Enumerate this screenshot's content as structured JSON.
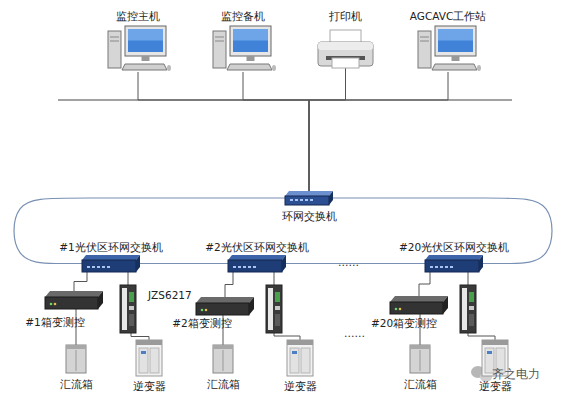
{
  "diagram": {
    "nodes": [
      {
        "text": [
          "监控主机"
        ]
      },
      {
        "text": [
          "监控备机"
        ]
      },
      {
        "text": [
          "打印机"
        ]
      },
      {
        "text": [
          "AGCAVC工作站"
        ]
      },
      {
        "text": [
          "环网交换机"
        ]
      },
      {
        "text": [
          "#1光伏区环网交换机"
        ]
      },
      {
        "text": [
          "#2光伏区环网交换机"
        ]
      },
      {
        "text": [
          "#20光伏区环网交换机"
        ]
      },
      {
        "text": [
          "#1箱变测控"
        ]
      },
      {
        "text": [
          "JZS6217"
        ]
      },
      {
        "text": [
          "汇流箱"
        ]
      },
      {
        "text": [
          "逆变器"
        ]
      },
      {
        "text": [
          "#2箱变测控"
        ]
      },
      {
        "text": [
          "汇流箱"
        ]
      },
      {
        "text": [
          "逆变器"
        ]
      },
      {
        "text": [
          "#20箱变测控"
        ]
      },
      {
        "text": [
          "汇流箱"
        ]
      },
      {
        "text": [
          "逆变器"
        ]
      }
    ],
    "edges": [
      {
        "from": 0,
        "to": 4,
        "arrow": "none"
      },
      {
        "from": 1,
        "to": 4,
        "arrow": "none"
      },
      {
        "from": 2,
        "to": 4,
        "arrow": "none"
      },
      {
        "from": 3,
        "to": 4,
        "arrow": "none"
      },
      {
        "from": 4,
        "to": 5,
        "arrow": "none"
      },
      {
        "from": 5,
        "to": 6,
        "arrow": "none"
      },
      {
        "from": 6,
        "to": 7,
        "arrow": "none"
      },
      {
        "from": 7,
        "to": 4,
        "arrow": "none"
      },
      {
        "from": 5,
        "to": 8,
        "arrow": "none"
      },
      {
        "from": 5,
        "to": 9,
        "arrow": "none"
      },
      {
        "from": 8,
        "to": 10,
        "arrow": "none"
      },
      {
        "from": 9,
        "to": 11,
        "arrow": "none"
      },
      {
        "from": 6,
        "to": 12,
        "arrow": "none"
      },
      {
        "from": 12,
        "to": 13,
        "arrow": "none"
      },
      {
        "from": 7,
        "to": 15,
        "arrow": "none"
      },
      {
        "from": 15,
        "to": 16,
        "arrow": "none"
      }
    ],
    "labels": [
      "......",
      "......",
      "齐之电力"
    ]
  }
}
